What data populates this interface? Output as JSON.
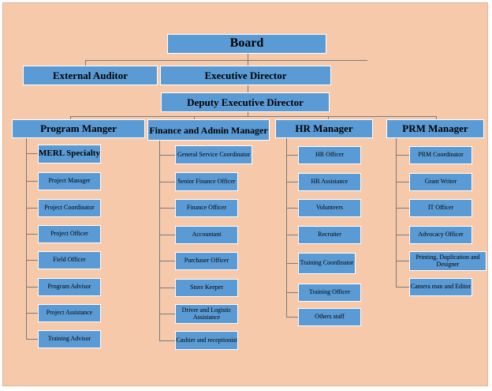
{
  "colors": {
    "background": "#f6c9ab",
    "box": "#5b9bd5",
    "box_border": "#ffffff",
    "line": "#7a7a7a"
  },
  "board": "Board",
  "external_auditor": "External Auditor",
  "executive_director": "Executive Director",
  "deputy_director": "Deputy Executive Director",
  "departments": [
    {
      "name": "Program Manger",
      "items": [
        "MERL Specialty",
        "Project Manager",
        "Project Coordinator",
        "Project Officer",
        "Field Officer",
        "Program Advisor",
        "Project Assistance",
        "Training Advisor"
      ]
    },
    {
      "name": "Finance and Admin Manager",
      "items": [
        "General Service Coordinator",
        "Senior Finance Officer",
        "Finance Officer",
        "Accountant",
        "Purchaser Officer",
        "Store Keeper",
        "Driver and Logistic Assistance",
        "Cashier and receptionist"
      ]
    },
    {
      "name": "HR Manager",
      "items": [
        "HR Officer",
        "HR Assistance",
        "Volunteers",
        "Recruiter",
        "Training Coordinator",
        "Training Officer",
        "Others staff"
      ]
    },
    {
      "name": "PRM Manager",
      "items": [
        "PRM Coordinator",
        "Grant Writer",
        "IT Officer",
        "Advocacy Officer",
        "Printing, Duplication and Designer",
        "Camera man and Editor"
      ]
    }
  ]
}
